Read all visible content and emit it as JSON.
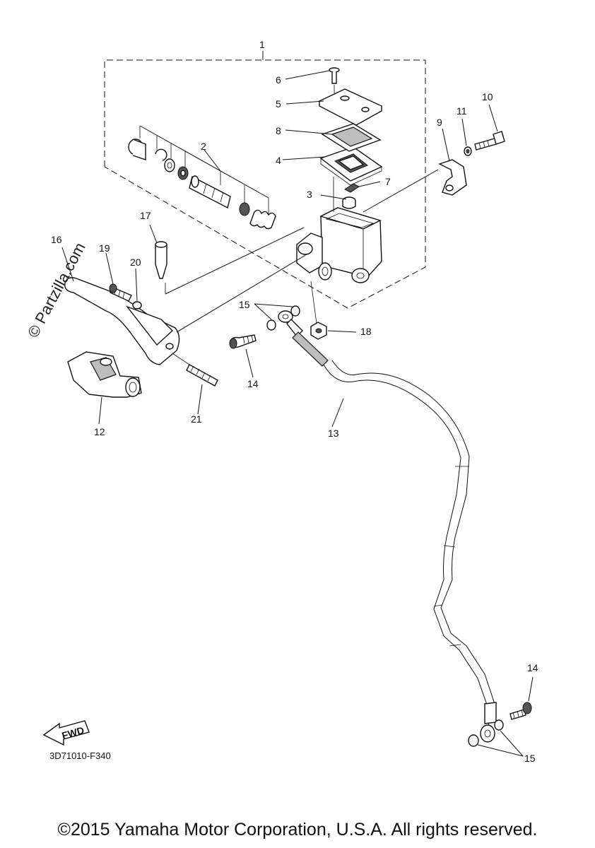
{
  "labels": {
    "n1": "1",
    "n2": "2",
    "n3": "3",
    "n4": "4",
    "n5": "5",
    "n6": "6",
    "n7": "7",
    "n8": "8",
    "n9": "9",
    "n10": "10",
    "n11": "11",
    "n12": "12",
    "n13": "13",
    "n14a": "14",
    "n14b": "14",
    "n15a": "15",
    "n15b": "15",
    "n16": "16",
    "n17": "17",
    "n18": "18",
    "n19": "19",
    "n20": "20",
    "n21": "21"
  },
  "fwd_badge": "FWD",
  "diagram_code": "3D71010-F340",
  "watermark": "© Partzilla.com",
  "copyright": "©2015 Yamaha Motor Corporation, U.S.A. All rights reserved."
}
